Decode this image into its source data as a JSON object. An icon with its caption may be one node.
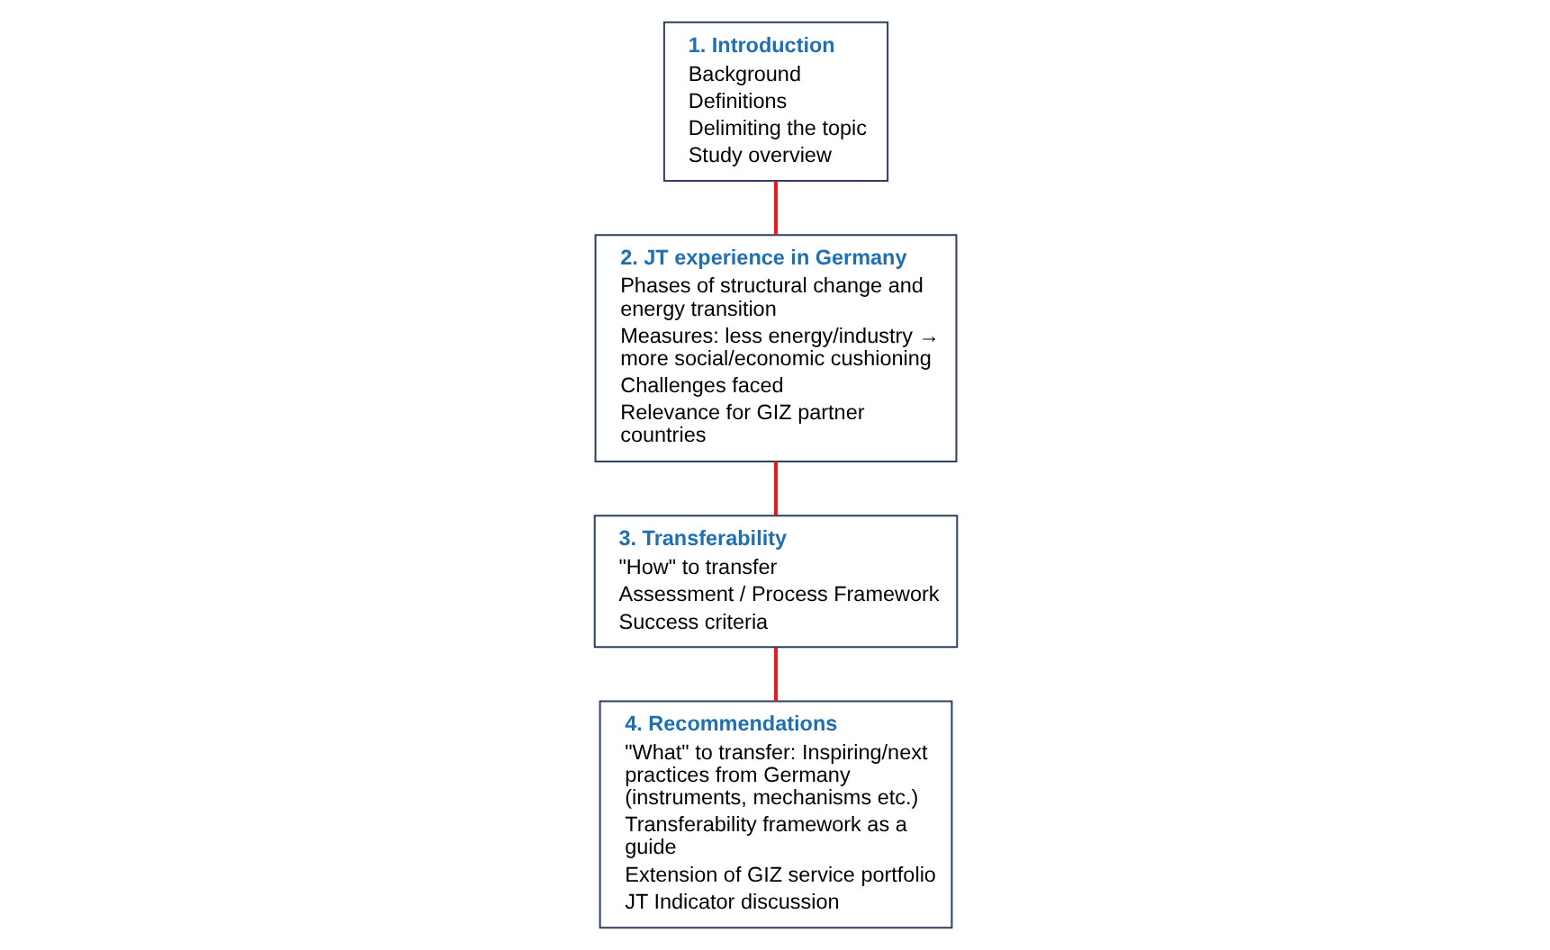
{
  "diagram": {
    "nodes": [
      {
        "text": [
          "1. Introduction",
          "Background",
          "Definitions",
          "Delimiting the topic",
          "Study overview"
        ]
      },
      {
        "text": [
          "2. JT experience in Germany",
          "Phases of structural change and energy transition",
          "Measures: less energy/industry → more social/economic cushioning",
          "Challenges faced",
          "Relevance for GIZ partner countries"
        ]
      },
      {
        "text": [
          "3. Transferability",
          "\"How\" to transfer",
          "Assessment / Process Framework",
          "Success criteria"
        ]
      },
      {
        "text": [
          "4. Recommendations",
          "\"What\" to transfer: Inspiring/next practices from Germany (instruments, mechanisms etc.)",
          "Transferability framework as a guide",
          "Extension of GIZ service portfolio",
          "JT Indicator discussion"
        ]
      }
    ],
    "edges": [
      {
        "from": 0,
        "to": 1,
        "arrow": "none"
      },
      {
        "from": 1,
        "to": 2,
        "arrow": "none"
      },
      {
        "from": 2,
        "to": 3,
        "arrow": "none"
      }
    ]
  }
}
